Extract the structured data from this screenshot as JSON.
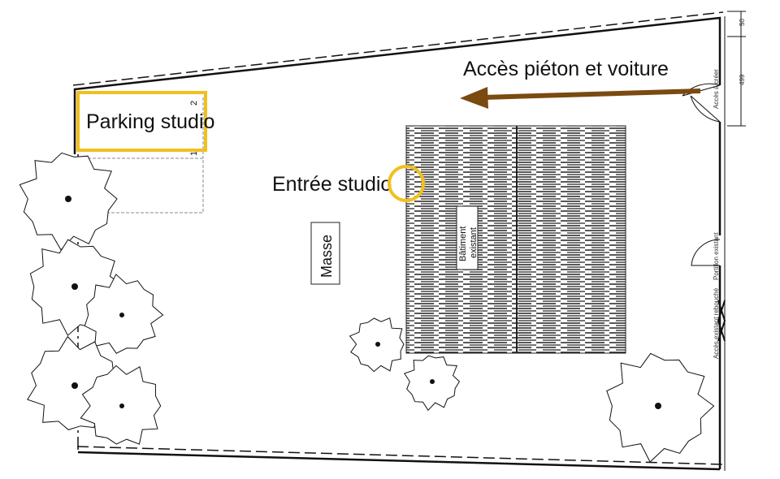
{
  "labels": {
    "access": "Accès piéton et voiture",
    "parking": "Parking studio",
    "entrance": "Entrée studio",
    "mass": "Masse",
    "building_line1": "Bâtiment",
    "building_line2": "existant",
    "access_to_create": "Accès à créer",
    "gate_existing": "Portillon existant",
    "access_closed": "Accès existant rebouché",
    "dim_long": "499",
    "dim_short": "50",
    "parking_space_1": "1",
    "parking_space_2": "2"
  },
  "colors": {
    "highlight": "#f0c020",
    "arrow": "#7a4a10",
    "line": "#111111"
  }
}
